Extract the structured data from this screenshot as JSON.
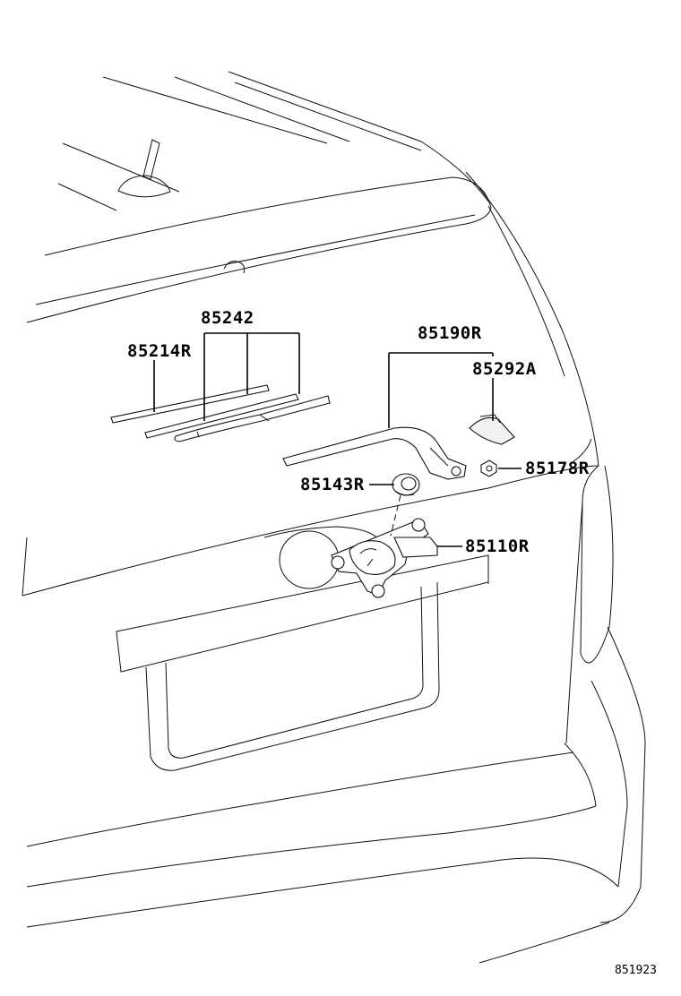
{
  "parts": {
    "p85242": "85242",
    "p85214R": "85214R",
    "p85190R": "85190R",
    "p85292A": "85292A",
    "p85143R": "85143R",
    "p85178R": "85178R",
    "p85110R": "85110R"
  },
  "diagram_id": "851923",
  "colors": {
    "line": "#111111",
    "background": "#ffffff"
  }
}
